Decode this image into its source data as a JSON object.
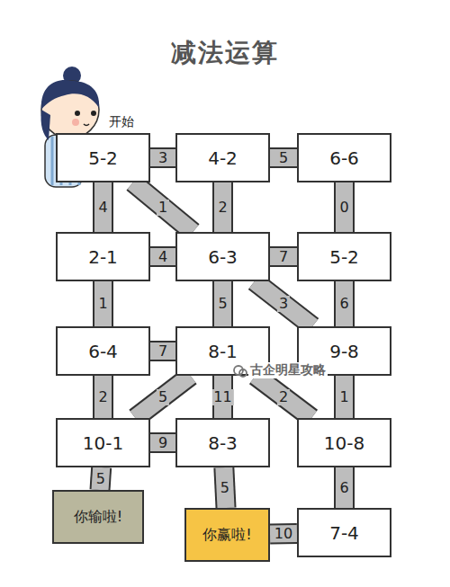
{
  "diagram": {
    "title": "减法运算",
    "nodes": [
      {
        "text": [
          "5-2"
        ]
      },
      {
        "text": [
          "4-2"
        ]
      },
      {
        "text": [
          "6-6"
        ]
      },
      {
        "text": [
          "2-1"
        ]
      },
      {
        "text": [
          "6-3"
        ]
      },
      {
        "text": [
          "5-2"
        ]
      },
      {
        "text": [
          "6-4"
        ]
      },
      {
        "text": [
          "8-1"
        ]
      },
      {
        "text": [
          "9-8"
        ]
      },
      {
        "text": [
          "10-1"
        ]
      },
      {
        "text": [
          "8-3"
        ]
      },
      {
        "text": [
          "10-8"
        ]
      },
      {
        "text": [
          "你输啦!"
        ]
      },
      {
        "text": [
          "你赢啦!"
        ]
      },
      {
        "text": [
          "7-4"
        ]
      }
    ],
    "edges": [
      {
        "from": 0,
        "to": 1,
        "label": "3",
        "arrow": "none"
      },
      {
        "from": 1,
        "to": 2,
        "label": "5",
        "arrow": "none"
      },
      {
        "from": 0,
        "to": 3,
        "label": "4",
        "arrow": "none"
      },
      {
        "from": 0,
        "to": 4,
        "label": "1",
        "arrow": "none"
      },
      {
        "from": 1,
        "to": 4,
        "label": "2",
        "arrow": "none"
      },
      {
        "from": 2,
        "to": 5,
        "label": "0",
        "arrow": "none"
      },
      {
        "from": 3,
        "to": 4,
        "label": "4",
        "arrow": "none"
      },
      {
        "from": 4,
        "to": 5,
        "label": "7",
        "arrow": "none"
      },
      {
        "from": 3,
        "to": 6,
        "label": "1",
        "arrow": "none"
      },
      {
        "from": 4,
        "to": 7,
        "label": "5",
        "arrow": "none"
      },
      {
        "from": 4,
        "to": 8,
        "label": "3",
        "arrow": "none"
      },
      {
        "from": 5,
        "to": 8,
        "label": "6",
        "arrow": "none"
      },
      {
        "from": 6,
        "to": 7,
        "label": "7",
        "arrow": "none"
      },
      {
        "from": 6,
        "to": 9,
        "label": "2",
        "arrow": "none"
      },
      {
        "from": 7,
        "to": 9,
        "label": "5",
        "arrow": "none"
      },
      {
        "from": 7,
        "to": 10,
        "label": "11",
        "arrow": "none"
      },
      {
        "from": 7,
        "to": 11,
        "label": "2",
        "arrow": "none"
      },
      {
        "from": 8,
        "to": 11,
        "label": "1",
        "arrow": "none"
      },
      {
        "from": 9,
        "to": 10,
        "label": "9",
        "arrow": "none"
      },
      {
        "from": 9,
        "to": 12,
        "label": "5",
        "arrow": "none"
      },
      {
        "from": 10,
        "to": 13,
        "label": "5",
        "arrow": "none"
      },
      {
        "from": 11,
        "to": 14,
        "label": "6",
        "arrow": "none"
      },
      {
        "from": 14,
        "to": 13,
        "label": "10",
        "arrow": "none"
      }
    ],
    "labels": [
      "开始",
      "古企明星攻略"
    ]
  }
}
